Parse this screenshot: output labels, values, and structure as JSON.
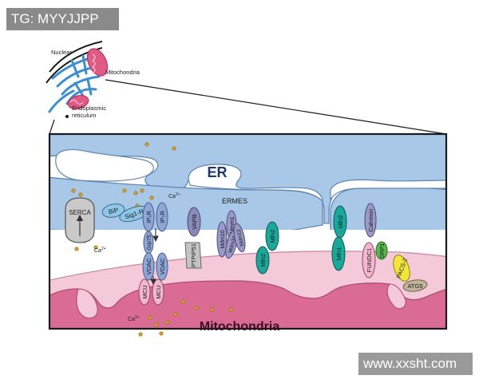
{
  "watermarks": {
    "top": "TG: MYYJJPP",
    "bottom": "www.xxsht.com"
  },
  "inset": {
    "nuclear": "Nuclear",
    "mitochondria": "Mitochondria",
    "er_line1": "Endoplasmic",
    "er_line2": "reticulum"
  },
  "regions": {
    "er": "ER",
    "mito": "Mitochondria",
    "ermes": "ERMES"
  },
  "ions": {
    "ca_er": "Ca",
    "ca_er_sup": "2+",
    "ca_serca": "Ca",
    "ca_serca_sup": "2+",
    "ca_mito": "Ca",
    "ca_mito_sup": "2+"
  },
  "proteins": {
    "serca": "SERCA",
    "bip": "BiP",
    "sig1r": "Sig1-R",
    "ip3r_1": "IP₃R",
    "ip3r_2": "IP₃R",
    "grp75": "Grp75",
    "vdac_1": "VDAC",
    "vdac_2": "VDAC",
    "mcu_1": "MCU",
    "mcu_2": "MCU",
    "vapb": "VAPB",
    "ptpip51": "PTPIP51",
    "mdm10": "Mdm10",
    "mmm1": "Mmm1",
    "mdm34": "Mdm34",
    "mdm12": "Mdm12",
    "mfn2_left_er": "Mfn2",
    "mfn2_left_mito": "Mfn2",
    "mfn2_right_er": "Mfn2",
    "mfn1": "Mfn1",
    "calnexin": "Calnexin",
    "fundc1": "FUNDC1",
    "drp1": "DRP1",
    "pacs2": "PACS-2",
    "atg5": "ATG5"
  },
  "colors": {
    "er_fill": "#a9c7e6",
    "mito_outer": "#f4c9d8",
    "mito_inner": "#da6b93",
    "blue_protein": "#8fa6d6",
    "lavender_protein": "#9a9ac8",
    "teal_protein": "#1aa79a",
    "green_protein": "#57b94d",
    "yellow_protein": "#f2e63c",
    "tan_protein": "#c2b49a",
    "pink_protein": "#f2b7cc",
    "ca_dot": "#d6a12c"
  }
}
